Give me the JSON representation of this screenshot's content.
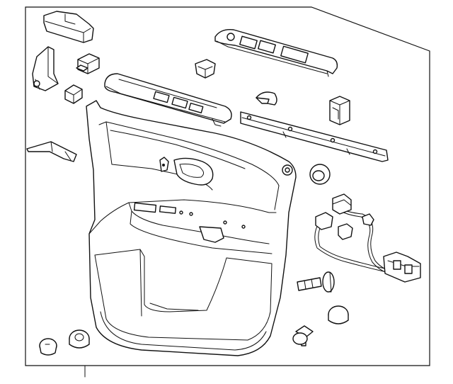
{
  "diagram": {
    "parts": [
      {
        "id": "door-trim-panel"
      },
      {
        "id": "window-switch-bezel-upper"
      },
      {
        "id": "armrest-switch-plate"
      },
      {
        "id": "mirror-switch-cover"
      },
      {
        "id": "handle-bezel"
      },
      {
        "id": "switch-block-small"
      },
      {
        "id": "corner-trim-cover"
      },
      {
        "id": "bracket-clip"
      },
      {
        "id": "trim-retainer-strip"
      },
      {
        "id": "push-pin-fastener"
      },
      {
        "id": "grommet-plug"
      },
      {
        "id": "wiring-harness"
      },
      {
        "id": "screw-fastener"
      },
      {
        "id": "plug-button"
      },
      {
        "id": "clip-fastener-a"
      },
      {
        "id": "clip-fastener-b"
      },
      {
        "id": "clip-fastener-c"
      },
      {
        "id": "small-connector-clip"
      },
      {
        "id": "mounting-bracket-left"
      },
      {
        "id": "callout-line"
      }
    ]
  }
}
